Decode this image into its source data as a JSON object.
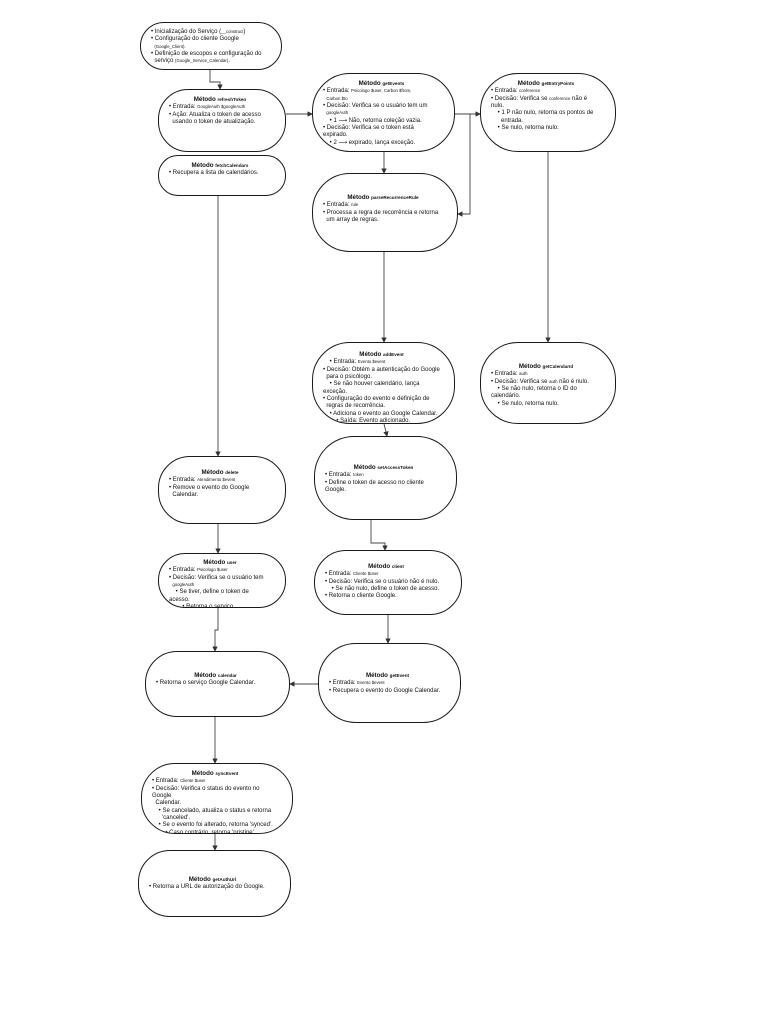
{
  "nodes": [
    {
      "id": "construct",
      "title_prefix": "",
      "method": "",
      "lines": [
        [
          "• Inicialização do Serviço (",
          "__construct",
          ")"
        ],
        [
          "• Configuração do cliente Google"
        ],
        [
          "  ",
          "(Google_Client)."
        ],
        [
          "• Definição de escopos e configuração do"
        ],
        [
          "  serviço ",
          "(Google_Service_Calendar)",
          "."
        ]
      ]
    },
    {
      "id": "refreshToken",
      "title_prefix": "Método ",
      "method": "refreshToken",
      "lines": [
        [
          "• Entrada: ",
          "GoogleAuth $googleAuth"
        ],
        [
          "• Ação: Atualiza o token de acesso"
        ],
        [
          "  usando o token de atualização."
        ]
      ]
    },
    {
      "id": "fetchCalendars",
      "title_prefix": "Método ",
      "method": "fetchCalendars",
      "lines": [
        [
          "• Recupera a lista de calendários."
        ]
      ]
    },
    {
      "id": "getEvents",
      "title_prefix": "Método ",
      "method": "getEvents",
      "lines": [
        [
          "• Entrada: ",
          "Psicologo $user, Carbon $from,"
        ],
        [
          "  ",
          "Carbon $to"
        ],
        [
          "• Decisão: Verifica se o usuário tem um"
        ],
        [
          "  ",
          "googleAuth"
        ],
        [
          "    • 1 ⟶ Não, retorna coleção vazia."
        ],
        [
          "• Decisão: Verifica se o token está expirado."
        ],
        [
          "    • 2 ⟶ expirado, lança exceção."
        ]
      ]
    },
    {
      "id": "getEntryPoints",
      "title_prefix": "Método ",
      "method": "getEntryPoints",
      "lines": [
        [
          "• Entrada: ",
          "conference"
        ],
        [
          "• Decisão: Verifica se ",
          "conference",
          " não é nulo."
        ],
        [
          "    • 1 P não nulo, retorna os pontos de"
        ],
        [
          "      entrada."
        ],
        [
          "    • Se nulo, retorna nulo."
        ]
      ]
    },
    {
      "id": "parseRecurrenceRule",
      "title_prefix": "Método ",
      "method": "parseRecurrenceRule",
      "lines": [
        [
          "• Entrada: ",
          "rule"
        ],
        [
          "• Processa a regra de recorrência e retorna"
        ],
        [
          "  um array de regras."
        ]
      ]
    },
    {
      "id": "addEvent",
      "title_prefix": "Método ",
      "method": "addEvent",
      "lines": [
        [
          "    • Entrada: ",
          "Evento $event"
        ],
        [
          "• Decisão: Obtém a autenticação do Google"
        ],
        [
          "  para o psicólogo."
        ],
        [
          "    • Se não houver calendário, lança exceção."
        ],
        [
          "• Configuração do evento e definição de"
        ],
        [
          "  regras de recorrência."
        ],
        [
          "    • Adiciona o evento ao Google Calendar."
        ],
        [
          "        • Saída: Evento adicionado."
        ]
      ]
    },
    {
      "id": "getCalendarId",
      "title_prefix": "Método ",
      "method": "getCalendarId",
      "lines": [
        [
          "• Entrada: ",
          "auth"
        ],
        [
          "• Decisão: Verifica se ",
          "auth",
          " não é nulo."
        ],
        [
          "    • Se não nulo, retorna o ID do calendário."
        ],
        [
          "    • Se nulo, retorna nulo."
        ]
      ]
    },
    {
      "id": "delete",
      "title_prefix": "Método ",
      "method": "delete",
      "lines": [
        [
          "• Entrada: ",
          "Atendimento $event"
        ],
        [
          "• Remove o evento do Google"
        ],
        [
          "  Calendar."
        ]
      ]
    },
    {
      "id": "setAccessToken",
      "title_prefix": "Método ",
      "method": "setAccessToken",
      "lines": [
        [
          "• Entrada: ",
          "token"
        ],
        [
          "• Define o token de acesso no cliente Google."
        ]
      ]
    },
    {
      "id": "user",
      "title_prefix": "Método ",
      "method": "user",
      "lines": [
        [
          "• Entrada: ",
          "Psicologo $user"
        ],
        [
          "• Decisão: Verifica se o usuário tem"
        ],
        [
          "  ",
          "googleAuth"
        ],
        [
          "    • Se tiver, define o token de acesso."
        ],
        [
          "        • Retorna o serviço."
        ]
      ]
    },
    {
      "id": "client",
      "title_prefix": "Método ",
      "method": "client",
      "lines": [
        [
          "• Entrada: ",
          "Cliente $user"
        ],
        [
          "• Decisão: Verifica se o usuário não é nulo."
        ],
        [
          "    • Se não nulo, define o token de acesso."
        ],
        [
          "• Retorna o cliente Google."
        ]
      ]
    },
    {
      "id": "calendar",
      "title_prefix": "Método ",
      "method": "calendar",
      "lines": [
        [
          "• Retorna o serviço Google Calendar."
        ]
      ]
    },
    {
      "id": "getEvent",
      "title_prefix": "Método ",
      "method": "getEvent",
      "lines": [
        [
          "• Entrada: ",
          "Evento $event"
        ],
        [
          "• Recupera o evento do Google Calendar."
        ]
      ]
    },
    {
      "id": "syncEvent",
      "title_prefix": "Método ",
      "method": "syncEvent",
      "lines": [
        [
          "• Entrada: ",
          "Cliente $user"
        ],
        [
          "• Decisão: Verifica o status do evento no Google"
        ],
        [
          "  Calendar."
        ],
        [
          "    • Se cancelado, atualiza o status e retorna"
        ],
        [
          "      'canceled'."
        ],
        [
          "    • Se o evento foi alterado, retorna 'synced'."
        ],
        [
          "        • Caso contrário, retorna 'pristine'."
        ]
      ]
    },
    {
      "id": "getAuthUrl",
      "title_prefix": "Método ",
      "method": "getAuthUrl",
      "lines": [
        [
          "• Retorna a URL de autorização do Google."
        ]
      ]
    }
  ]
}
